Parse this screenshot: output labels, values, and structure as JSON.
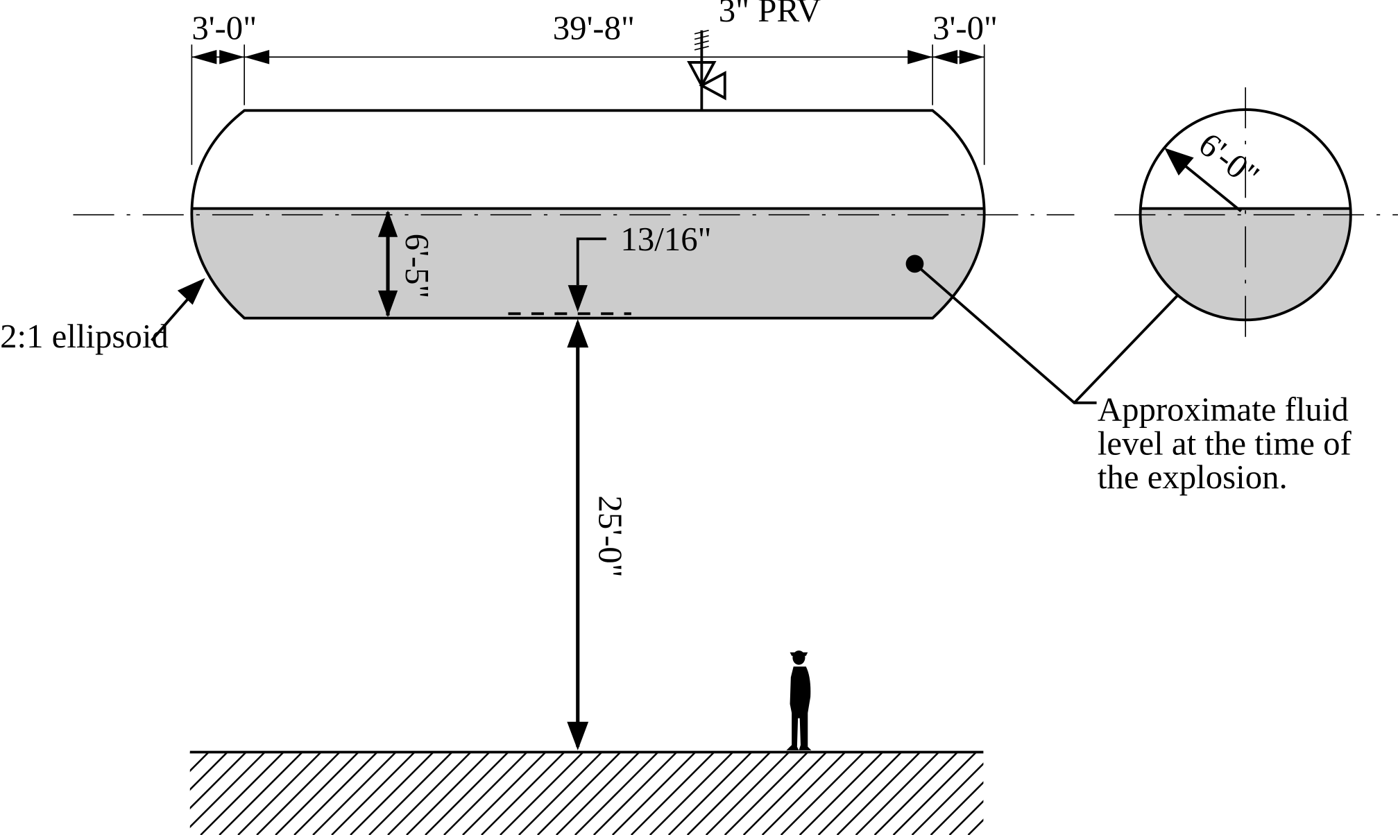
{
  "labels": {
    "prv": "3\" PRV",
    "left_head_length": "3'-0\"",
    "shell_length": "39'-8\"",
    "right_head_length": "3'-0\"",
    "fluid_depth": "6'-5\"",
    "wall_thickness": "13/16\"",
    "radius": "6'-0\"",
    "head_type": "2:1 ellipsoid",
    "height_above_ground": "25'-0\"",
    "fluid_note_line1": "Approximate fluid",
    "fluid_note_line2": "level at the time of",
    "fluid_note_line3": "the explosion."
  },
  "colors": {
    "fluid": "#cccccc",
    "line": "#000000"
  }
}
